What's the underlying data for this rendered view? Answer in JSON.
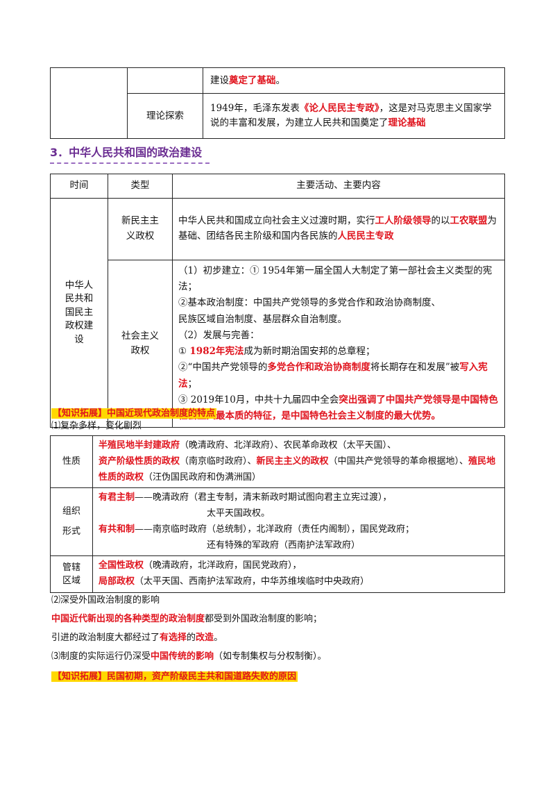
{
  "table1": {
    "row1": {
      "prefix": "建设",
      "em": "奠定了基础",
      "suffix": "。"
    },
    "row2": {
      "label": "理论探索",
      "t1": "1949年，毛泽东发表",
      "em1": "《论人民民主专政》",
      "t2": "，这是对马克思主义国家学说的丰富和发展，为建立人民共和国奠定了",
      "em2": "理论基础"
    }
  },
  "section3": {
    "title": "3．中华人民共和国的政治建设"
  },
  "table2": {
    "headers": [
      "时间",
      "类型",
      "主要活动、主要内容"
    ],
    "period": "中华人民共和国民主政权建设",
    "row1": {
      "type": "新民主主义政权",
      "t1": "中华人民共和国成立向社会主义过渡时期，实行",
      "em1": "工人阶级领导",
      "t2": "的以",
      "em2": "工农联盟",
      "t3": "为基础、团结各民主阶级和国内各民族的",
      "em3": "人民民主专政"
    },
    "row2": {
      "type": "社会主义政权",
      "l1": "（1）初步建立：① 1954年第一届全国人大制定了第一部社会主义类型的宪法；",
      "l2": "②基本政治制度：中国共产党领导的多党合作和政治协商制度、",
      "l3": "民族区域自治制度、基层群众自治制度。",
      "l4": "（2）发展与完善：",
      "l5_pre": "① ",
      "l5_em": "1982年宪法",
      "l5_post": "成为新时期治国安邦的总章程；",
      "l6_pre": "②“中国共产党领导的",
      "l6_em": "多党合作和政治协商制度",
      "l6_mid": "将长期存在和发展”被",
      "l6_em2": "写入宪法",
      "l6_post": "；",
      "l7_pre": "③ 2019年10月，中共十九届四中全会",
      "l7_em": "突出强调了中国共产党领导是中国特色社会主义最本质的特征，是中国特色社会主义制度的最大优势。"
    }
  },
  "ext1": {
    "title": "【知识拓展】中国近现代政治制度的特点"
  },
  "p1": "⑴复杂多样，变化剧烈",
  "table3": {
    "r1": {
      "label": "性质",
      "a_em": "半殖民地半封建政府",
      "a_t": "（晚清政府、北洋政府）、农民革命政权（太平天国）、",
      "b_em": "资产阶级性质的政权",
      "b_t": "（南京临时政府）、",
      "b_em2": "新民主主义的政权",
      "b_t2": "（中国共产党领导的革命根据地）、",
      "b_em3": "殖民地性质的政权",
      "b_t3": "（汪伪国民政府和伪满洲国）"
    },
    "r2": {
      "label": "组织形式",
      "a_em": "有君主制",
      "a_t": "——晚清政府（君主专制，清末新政时期试图向君主立宪过渡），",
      "a_t2": "太平天国政权。",
      "b_em": "有共和制",
      "b_t": "——南京临时政府（总统制），北洋政府（责任内阁制），国民党政府；",
      "b_t2": "还有特殊的军政府（西南护法军政府）"
    },
    "r3": {
      "label": "管辖区域",
      "a_em": "全国性政权",
      "a_t": "（晚清政府，北洋政府，国民党政府），",
      "b_em": "局部政权",
      "b_t": "（太平天国、西南护法军政府，中华苏维埃临时中央政府）"
    }
  },
  "p2": "⑵深受外国政治制度的影响",
  "p3": {
    "em": "中国近代新出现的各种类型的政治制度",
    "t": "都受到外国政治制度的影响；"
  },
  "p4": {
    "t1": "引进的政治制度大都经过了",
    "em1": "有选择",
    "t2": "的",
    "em2": "改造",
    "t3": "。"
  },
  "p5": {
    "t1": "⑶制度的实际运行仍深受",
    "em": "中国传统的影响",
    "t2": "（如专制集权与分权制衡）。"
  },
  "ext2": {
    "title": "【知识拓展】民国初期，资产阶级民主共和国道路失败的原因"
  },
  "colors": {
    "emphasis": "#e0141e",
    "highlight": "#ffd800",
    "heading": "#6a2c91"
  }
}
